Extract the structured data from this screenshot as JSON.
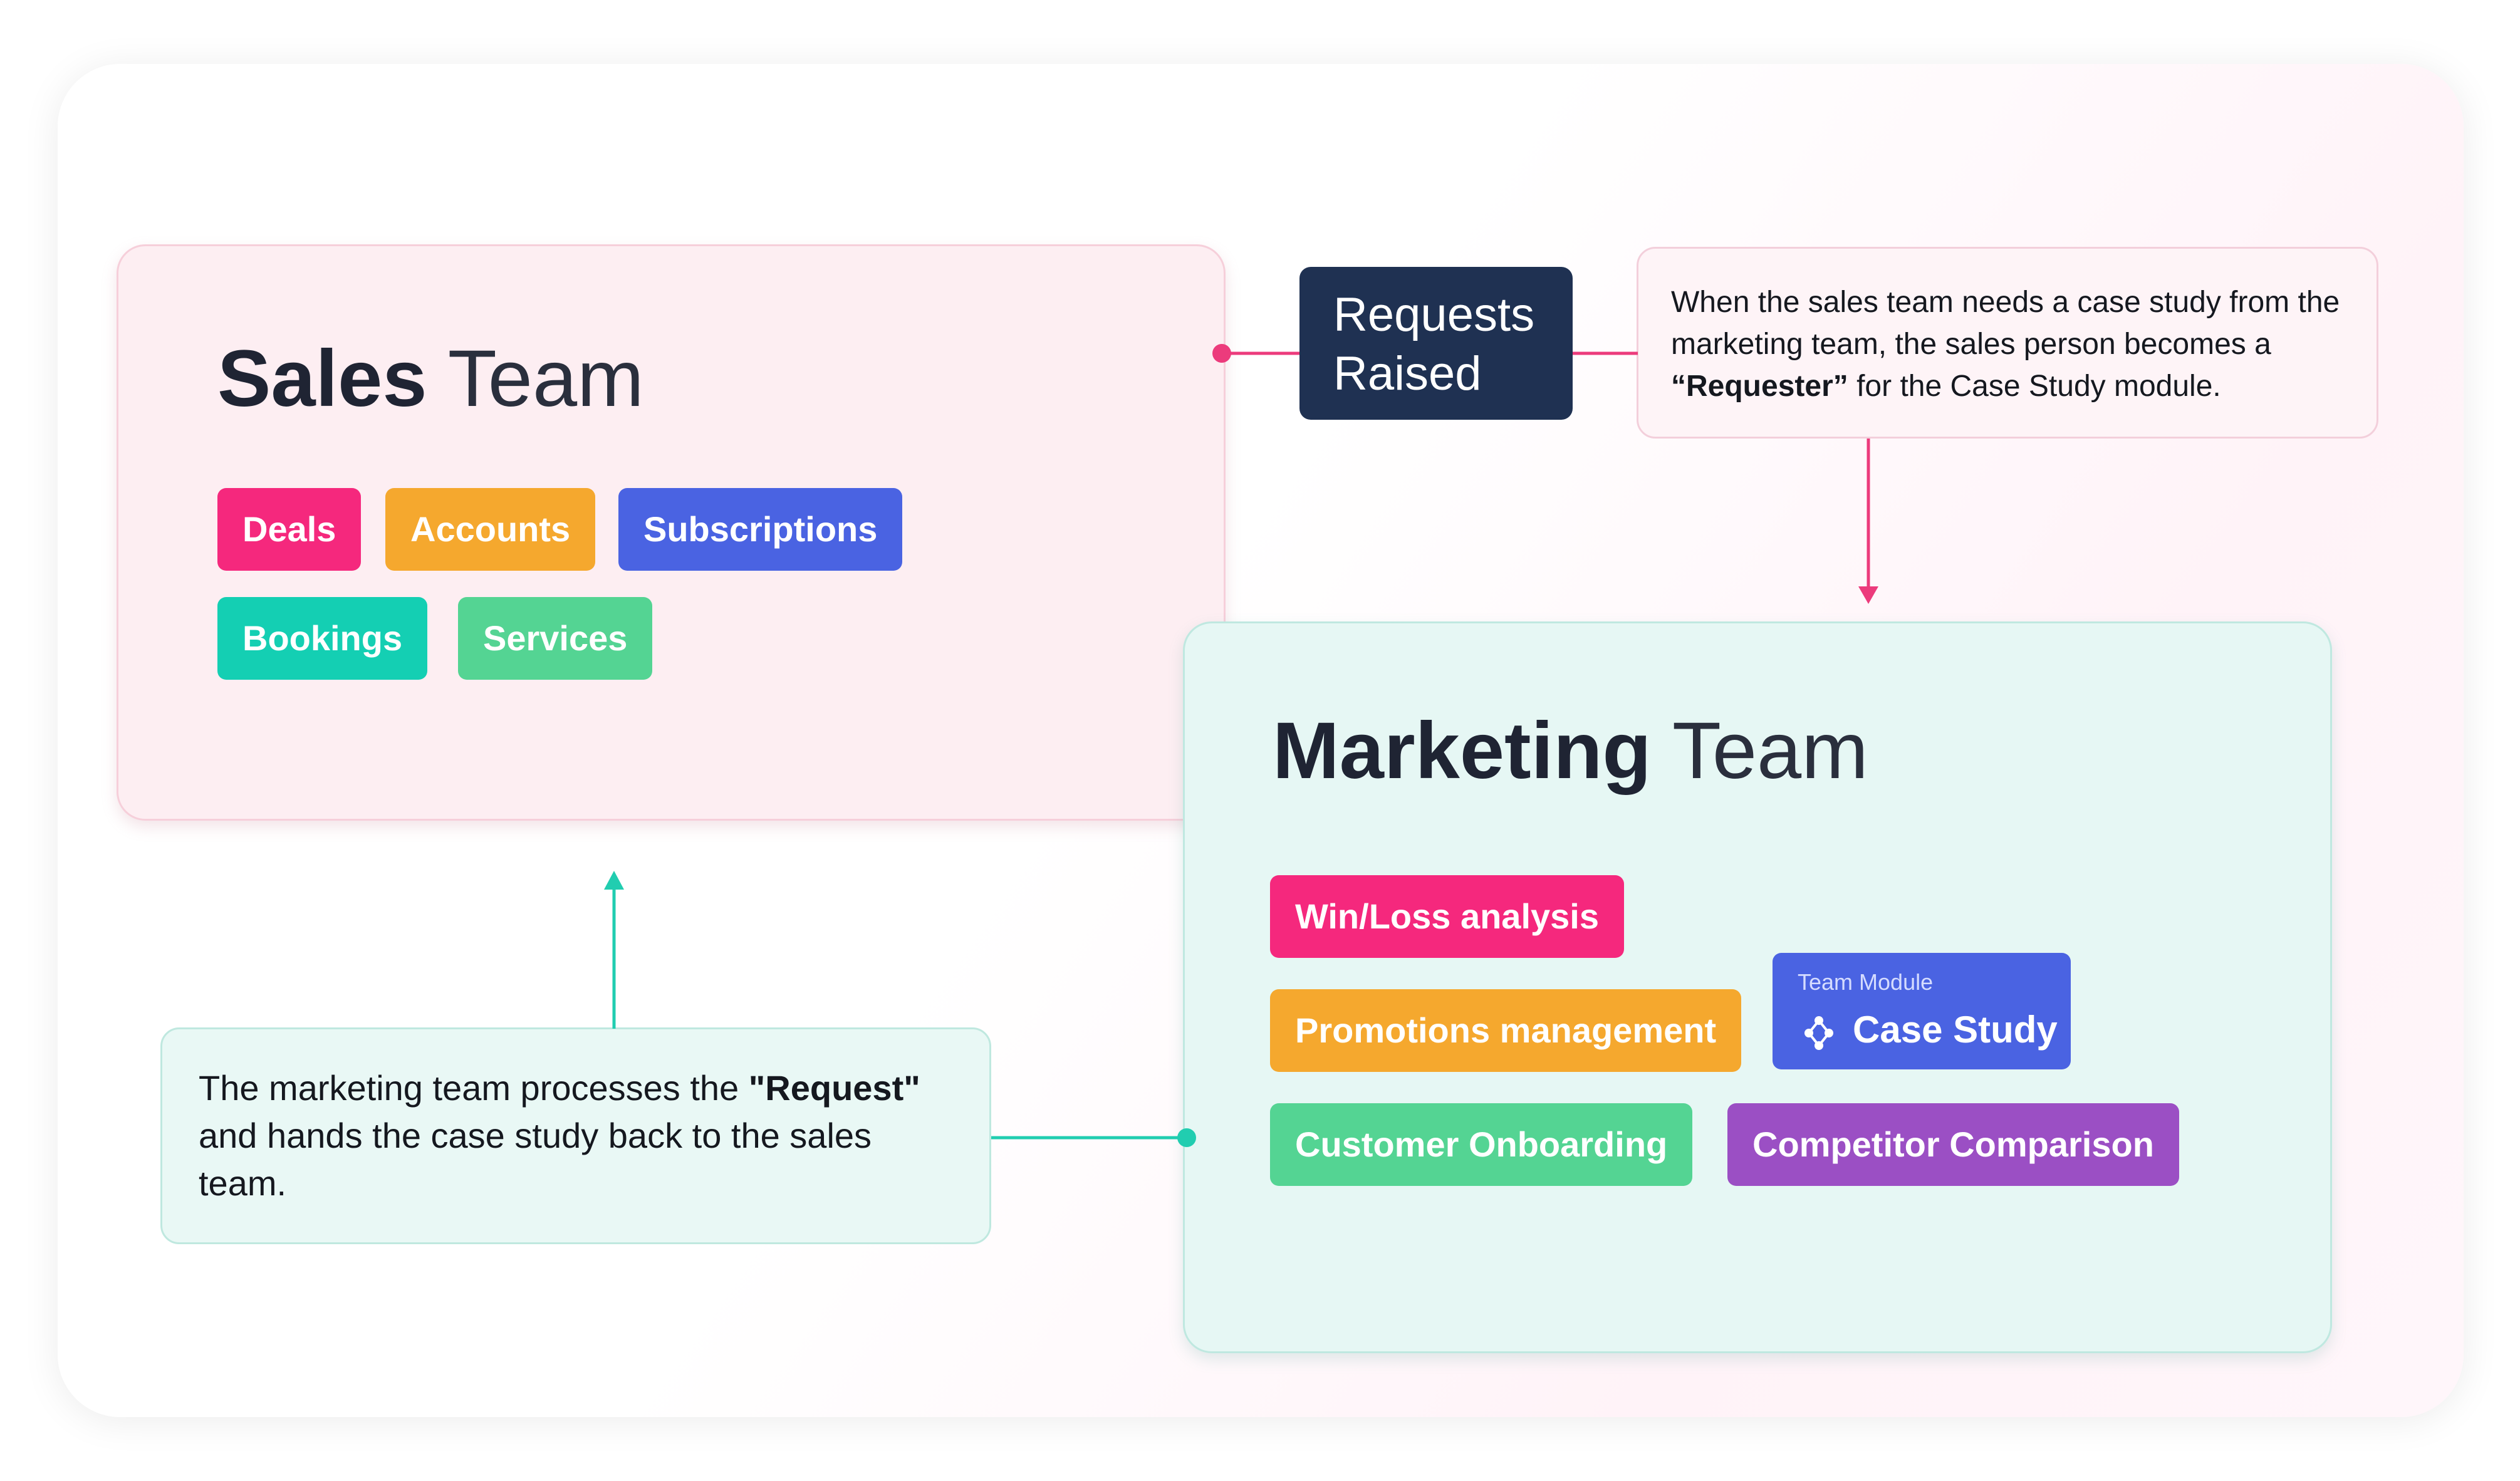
{
  "sales_team": {
    "title_bold": "Sales",
    "title_light": " Team",
    "modules": [
      "Deals",
      "Accounts",
      "Subscriptions",
      "Bookings",
      "Services"
    ]
  },
  "requests": {
    "line1": "Requests",
    "line2": "Raised"
  },
  "note_requester": {
    "part1": "When the sales team needs a case study from the marketing team, the sales person becomes a ",
    "emphasis": "“Requester”",
    "part2": " for the Case Study module."
  },
  "marketing_team": {
    "title_bold": "Marketing",
    "title_light": " Team",
    "modules": [
      "Win/Loss analysis",
      "Promotions management",
      "Customer Onboarding",
      "Competitor Comparison"
    ],
    "team_module": {
      "caption": "Team Module",
      "label": "Case Study",
      "icon": "module-nodes-icon"
    }
  },
  "note_handback": {
    "part1": "The marketing team processes the ",
    "emphasis": "\"Request\"",
    "part2": " and hands the case study back to the sales team."
  },
  "colors": {
    "pink": "#f5287d",
    "orange": "#f5a82e",
    "blue": "#4a63e2",
    "teal": "#14cfb3",
    "green": "#54d493",
    "purple": "#9b4fc4",
    "navy": "#1f3152",
    "sales_connector": "#ec3b7c",
    "marketing_connector": "#21cdb0"
  }
}
